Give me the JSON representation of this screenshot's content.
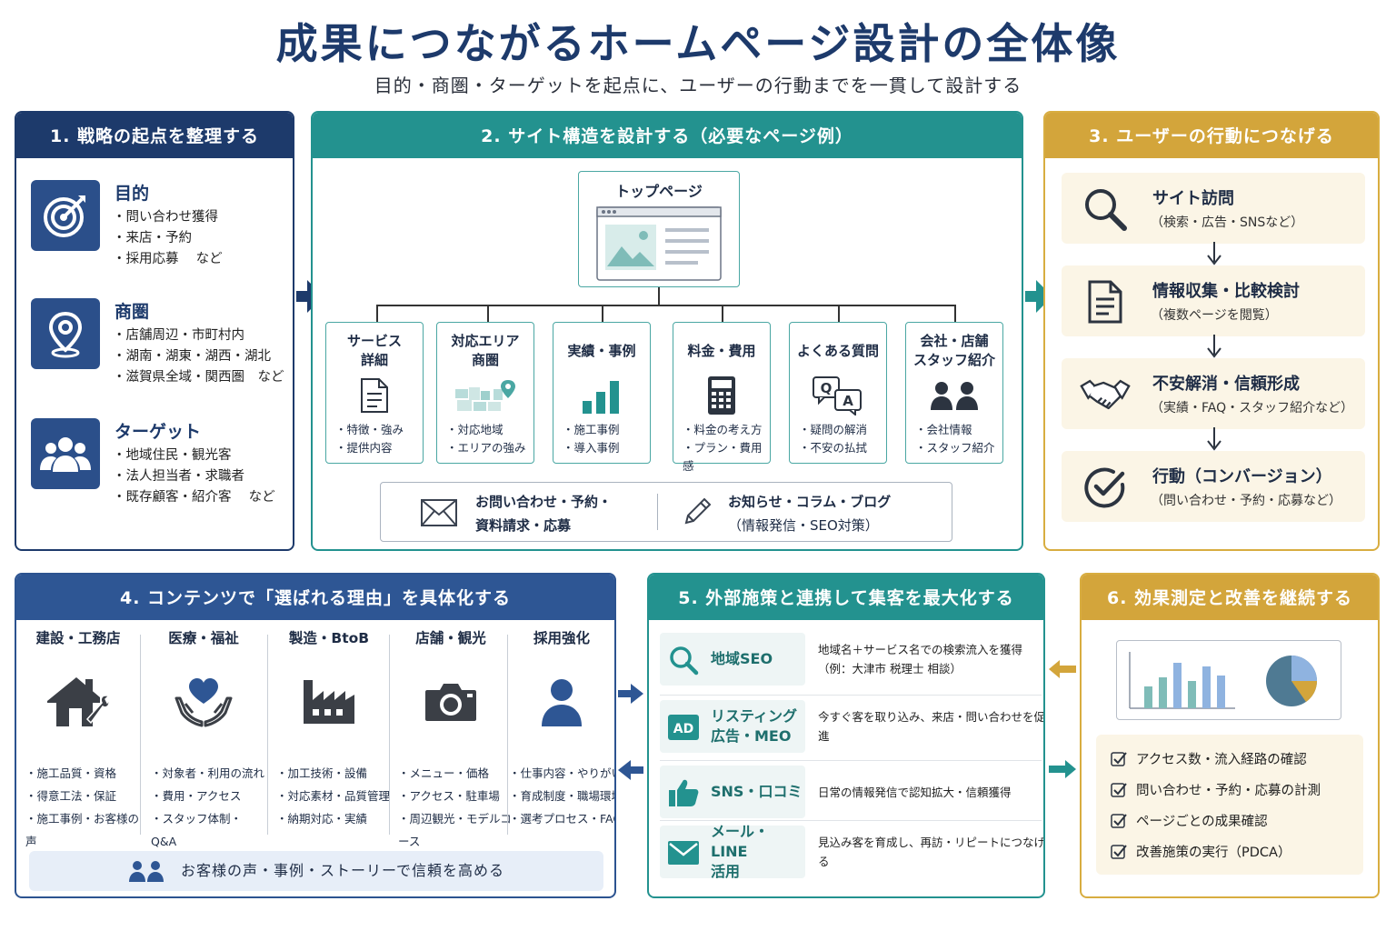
{
  "title": "成果につながるホームページ設計の全体像",
  "subtitle": "目的・商圏・ターゲットを起点に、ユーザーの行動までを一貫して設計する",
  "panel1": {
    "heading": "1. 戦略の起点を整理する",
    "items": [
      {
        "title": "目的",
        "icon": "target-icon",
        "lines": [
          "・問い合わせ獲得",
          "・来店・予約",
          "・採用応募　 など"
        ]
      },
      {
        "title": "商圏",
        "icon": "map-pin-icon",
        "lines": [
          "・店舗周辺・市町村内",
          "・湖南・湖東・湖西・湖北",
          "・滋賀県全域・関西圏　など"
        ]
      },
      {
        "title": "ターゲット",
        "icon": "people-icon",
        "lines": [
          "・地域住民・観光客",
          "・法人担当者・求職者",
          "・既存顧客・紹介客　 など"
        ]
      }
    ]
  },
  "panel2": {
    "heading": "2. サイト構造を設計する（必要なページ例）",
    "top_page": "トップページ",
    "pages": [
      {
        "title": [
          "サービス",
          "詳細"
        ],
        "icon": "document-icon",
        "lines": [
          "・特徴・強み",
          "・提供内容"
        ]
      },
      {
        "title": [
          "対応エリア",
          "商圏"
        ],
        "icon": "area-map-icon",
        "lines": [
          "・対応地域",
          "・エリアの強み"
        ]
      },
      {
        "title": [
          "実績・事例"
        ],
        "icon": "bar-chart-icon",
        "lines": [
          "・施工事例",
          "・導入事例"
        ]
      },
      {
        "title": [
          "料金・費用"
        ],
        "icon": "calculator-icon",
        "lines": [
          "・料金の考え方",
          "・プラン・費用感"
        ]
      },
      {
        "title": [
          "よくある質問"
        ],
        "icon": "qa-icon",
        "lines": [
          "・疑問の解消",
          "・不安の払拭"
        ]
      },
      {
        "title": [
          "会社・店舗",
          "スタッフ紹介"
        ],
        "icon": "staff-icon",
        "lines": [
          "・会社情報",
          "・スタッフ紹介"
        ]
      }
    ],
    "contact": {
      "line1": "お問い合わせ・予約・",
      "line2": "資料請求・応募"
    },
    "news": {
      "line1": "お知らせ・コラム・ブログ",
      "line2": "（情報発信・SEO対策）"
    }
  },
  "panel3": {
    "heading": "3. ユーザーの行動につなげる",
    "steps": [
      {
        "title": "サイト訪問",
        "sub": "（検索・広告・SNSなど）",
        "icon": "search-icon"
      },
      {
        "title": "情報収集・比較検討",
        "sub": "（複数ページを閲覧）",
        "icon": "document-icon"
      },
      {
        "title": "不安解消・信頼形成",
        "sub": "（実績・FAQ・スタッフ紹介など）",
        "icon": "handshake-icon"
      },
      {
        "title": "行動（コンバージョン）",
        "sub": "（問い合わせ・予約・応募など）",
        "icon": "check-circle-icon"
      }
    ]
  },
  "panel4": {
    "heading": "4. コンテンツで「選ばれる理由」を具体化する",
    "columns": [
      {
        "title": "建設・工務店",
        "icon": "house-tool-icon",
        "lines": [
          "・施工品質・資格",
          "・得意工法・保証",
          "・施工事例・お客様の声"
        ]
      },
      {
        "title": "医療・福祉",
        "icon": "heart-hands-icon",
        "lines": [
          "・対象者・利用の流れ",
          "・費用・アクセス",
          "・スタッフ体制・Q&A"
        ]
      },
      {
        "title": "製造・BtoB",
        "icon": "factory-icon",
        "lines": [
          "・加工技術・設備",
          "・対応素材・品質管理",
          "・納期対応・実績"
        ]
      },
      {
        "title": "店舗・観光",
        "icon": "camera-icon",
        "lines": [
          "・メニュー・価格",
          "・アクセス・駐車場",
          "・周辺観光・モデルコース"
        ]
      },
      {
        "title": "採用強化",
        "icon": "person-icon",
        "lines": [
          "・仕事内容・やりがい",
          "・育成制度・職場環境",
          "・選考プロセス・FAQ"
        ]
      }
    ],
    "voice": "お客様の声・事例・ストーリーで信頼を高める"
  },
  "panel5": {
    "heading": "5. 外部施策と連携して集客を最大化する",
    "rows": [
      {
        "name": [
          "地域SEO"
        ],
        "icon": "search-icon",
        "desc": [
          "地域名＋サービス名での検索流入を獲得",
          "（例：大津市 税理士 相談）"
        ]
      },
      {
        "name": [
          "リスティング",
          "広告・MEO"
        ],
        "icon": "ad-icon",
        "badge": "AD",
        "desc": [
          "今すぐ客を取り込み、来店・問い合わせを促進"
        ]
      },
      {
        "name": [
          "SNS・口コミ"
        ],
        "icon": "thumbs-up-icon",
        "desc": [
          "日常の情報発信で認知拡大・信頼獲得"
        ]
      },
      {
        "name": [
          "メール・LINE",
          "活用"
        ],
        "icon": "mail-icon",
        "desc": [
          "見込み客を育成し、再訪・リピートにつなげる"
        ]
      }
    ]
  },
  "panel6": {
    "heading": "6. 効果測定と改善を継続する",
    "checks": [
      "アクセス数・流入経路の確認",
      "問い合わせ・予約・応募の計測",
      "ページごとの成果確認",
      "改善施策の実行（PDCA）"
    ]
  },
  "colors": {
    "navy": "#1d3a6b",
    "blue": "#2e5694",
    "teal": "#23928f",
    "gold": "#d3a53b"
  }
}
